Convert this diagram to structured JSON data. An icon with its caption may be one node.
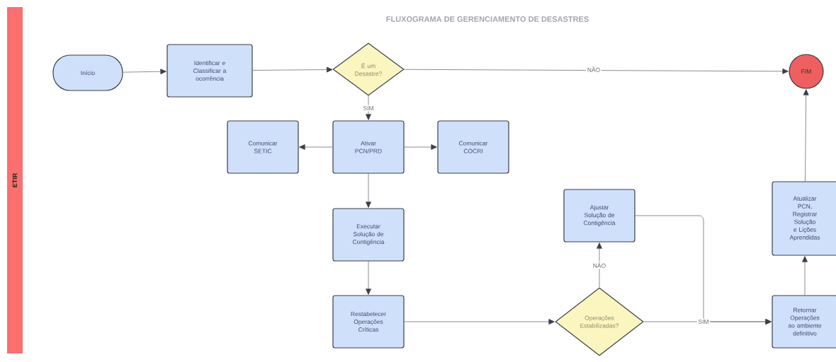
{
  "diagram": {
    "title": "FLUXOGRAMA DE GERENCIAMENTO DE DESASTRES",
    "nodes": [
      {
        "text": [
          "ETIR"
        ]
      },
      {
        "text": [
          "Início"
        ]
      },
      {
        "text": [
          "Identificar e Classificar a ocorrência"
        ]
      },
      {
        "text": [
          "É um Desastre?"
        ]
      },
      {
        "text": [
          "FIM"
        ]
      },
      {
        "text": [
          "Comunicar SETIC"
        ]
      },
      {
        "text": [
          "Ativar PCN/PRD"
        ]
      },
      {
        "text": [
          "Comunicar COCRI"
        ]
      },
      {
        "text": [
          "Executar Solução de Contigência"
        ]
      },
      {
        "text": [
          "Restabelecer Operações Críticas"
        ]
      },
      {
        "text": [
          "Ajustar Solução de Contigência"
        ]
      },
      {
        "text": [
          "Operações Estabilizadas?"
        ]
      },
      {
        "text": [
          "Atualizar PCN, Registrar Solução e Lições Aprendidas"
        ]
      },
      {
        "text": [
          "Retornar Operações ao ambiente definitivo"
        ]
      }
    ],
    "edges": [
      {
        "from": 1,
        "to": 2,
        "arrow": "to"
      },
      {
        "from": 2,
        "to": 3,
        "arrow": "to"
      },
      {
        "from": 3,
        "to": 4,
        "arrow": "to",
        "label": "NÃO"
      },
      {
        "from": 3,
        "to": 6,
        "arrow": "to",
        "label": "SIM"
      },
      {
        "from": 6,
        "to": 5,
        "arrow": "to"
      },
      {
        "from": 6,
        "to": 7,
        "arrow": "to"
      },
      {
        "from": 6,
        "to": 8,
        "arrow": "to"
      },
      {
        "from": 8,
        "to": 9,
        "arrow": "to"
      },
      {
        "from": 9,
        "to": 11,
        "arrow": "to"
      },
      {
        "from": 11,
        "to": 10,
        "arrow": "to",
        "label": "NÃO"
      },
      {
        "from": 11,
        "to": 13,
        "arrow": "to",
        "label": "SIM"
      },
      {
        "from": 10,
        "to": 13,
        "arrow": "to"
      },
      {
        "from": 13,
        "to": 12,
        "arrow": "to"
      },
      {
        "from": 12,
        "to": 4,
        "arrow": "to"
      }
    ]
  }
}
